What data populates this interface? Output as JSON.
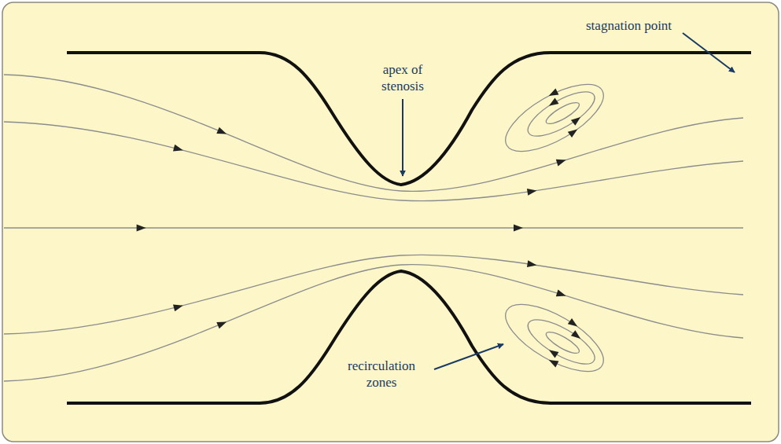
{
  "diagram": {
    "labels": [
      "stagnation point",
      "apex of stenosis",
      "recirculation zones"
    ]
  }
}
